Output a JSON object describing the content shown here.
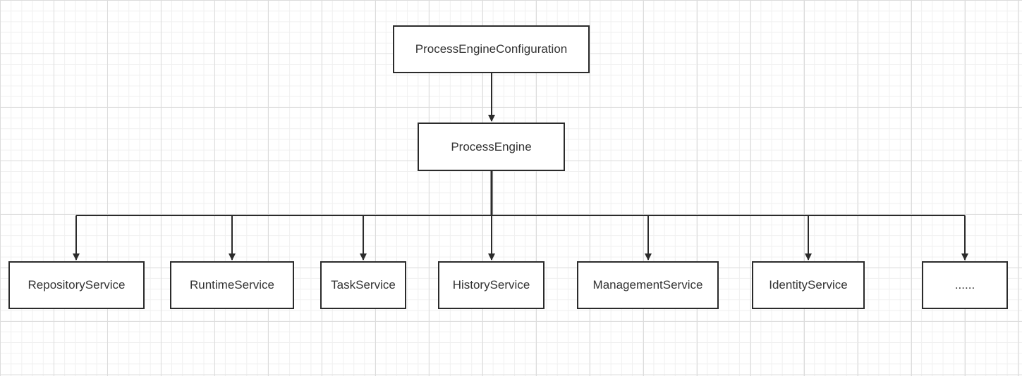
{
  "diagram": {
    "root": {
      "label": "ProcessEngineConfiguration"
    },
    "engine": {
      "label": "ProcessEngine"
    },
    "services": [
      {
        "label": "RepositoryService"
      },
      {
        "label": "RuntimeService"
      },
      {
        "label": "TaskService"
      },
      {
        "label": "HistoryService"
      },
      {
        "label": "ManagementService"
      },
      {
        "label": "IdentityService"
      },
      {
        "label": "......"
      }
    ],
    "edges": [
      {
        "from": "ProcessEngineConfiguration",
        "to": "ProcessEngine"
      },
      {
        "from": "ProcessEngine",
        "to": "RepositoryService"
      },
      {
        "from": "ProcessEngine",
        "to": "RuntimeService"
      },
      {
        "from": "ProcessEngine",
        "to": "TaskService"
      },
      {
        "from": "ProcessEngine",
        "to": "HistoryService"
      },
      {
        "from": "ProcessEngine",
        "to": "ManagementService"
      },
      {
        "from": "ProcessEngine",
        "to": "IdentityService"
      },
      {
        "from": "ProcessEngine",
        "to": "......"
      }
    ],
    "colors": {
      "stroke": "#2b2b2b",
      "text": "#333333",
      "node_fill": "#ffffff",
      "grid": "#dcdcdc"
    }
  }
}
